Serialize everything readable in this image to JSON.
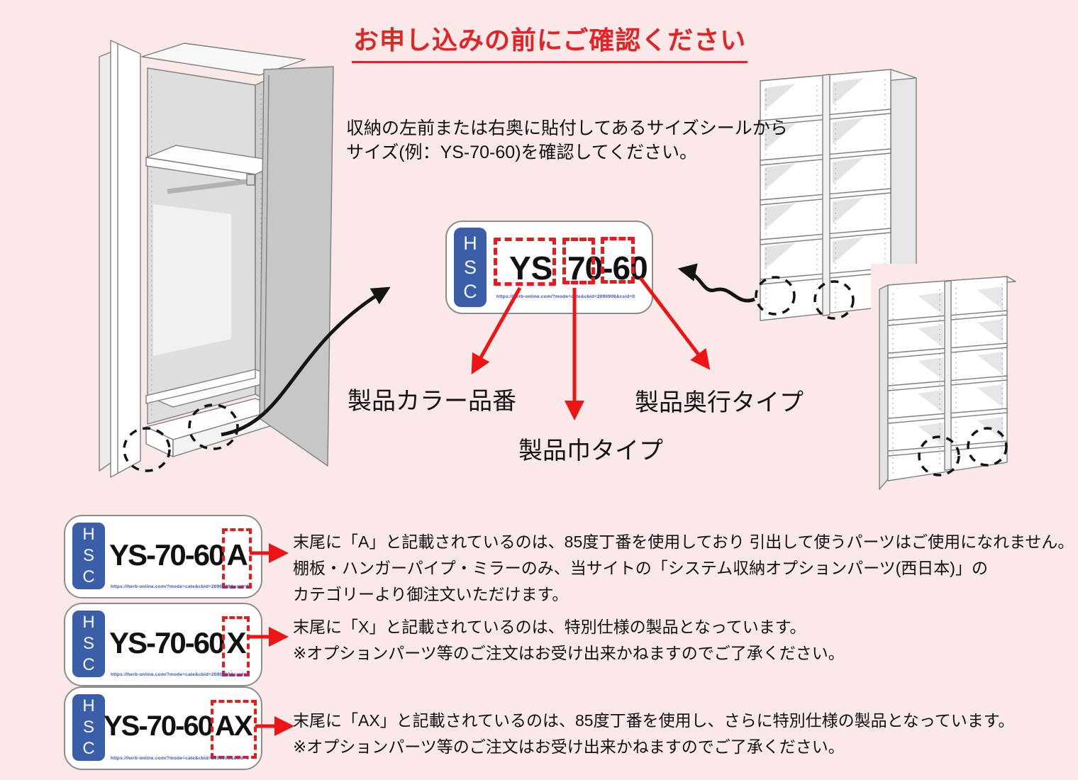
{
  "colors": {
    "background": "#fbe9e9",
    "accent_red": "#e32424",
    "highlight_red": "#e61c1c",
    "brand_blue": "#3b5ea8"
  },
  "title": "お申し込みの前にご確認ください",
  "instruction": {
    "line1": "収納の左前または右奥に貼付してあるサイズシールから",
    "line2": "サイズ(例：YS-70-60)を確認してください。"
  },
  "size_label": {
    "letters": [
      "H",
      "S",
      "C"
    ],
    "color_code": "YS",
    "width_code": "70",
    "separator": "-",
    "depth_code": "60",
    "url": "https://herb-online.com/?mode=cate&cbid=2090908&csid=0"
  },
  "annotations": {
    "color_label": "製品カラー品番",
    "width_label": "製品巾タイプ",
    "depth_label": "製品奥行タイプ"
  },
  "suffix_rows": [
    {
      "code_base": "YS-70-60",
      "code_suffix": "A",
      "lines": [
        "末尾に「A」と記載されているのは、85度丁番を使用しており 引出して使うパーツはご使用になれません。",
        "棚板・ハンガーパイプ・ミラーのみ、当サイトの「システム収納オプションパーツ(西日本)」の",
        "カテゴリーより御注文いただけます。"
      ]
    },
    {
      "code_base": "YS-70-60",
      "code_suffix": "X",
      "lines": [
        "末尾に「X」と記載されているのは、特別仕様の製品となっています。",
        "※オプションパーツ等のご注文はお受け出来かねますのでご了承ください。"
      ]
    },
    {
      "code_base": "YS-70-60",
      "code_suffix": "AX",
      "lines": [
        "末尾に「AX」と記載されているのは、85度丁番を使用し、さらに特別仕様の製品となっています。",
        "※オプションパーツ等のご注文はお受け出来かねますのでご了承ください。"
      ]
    }
  ]
}
